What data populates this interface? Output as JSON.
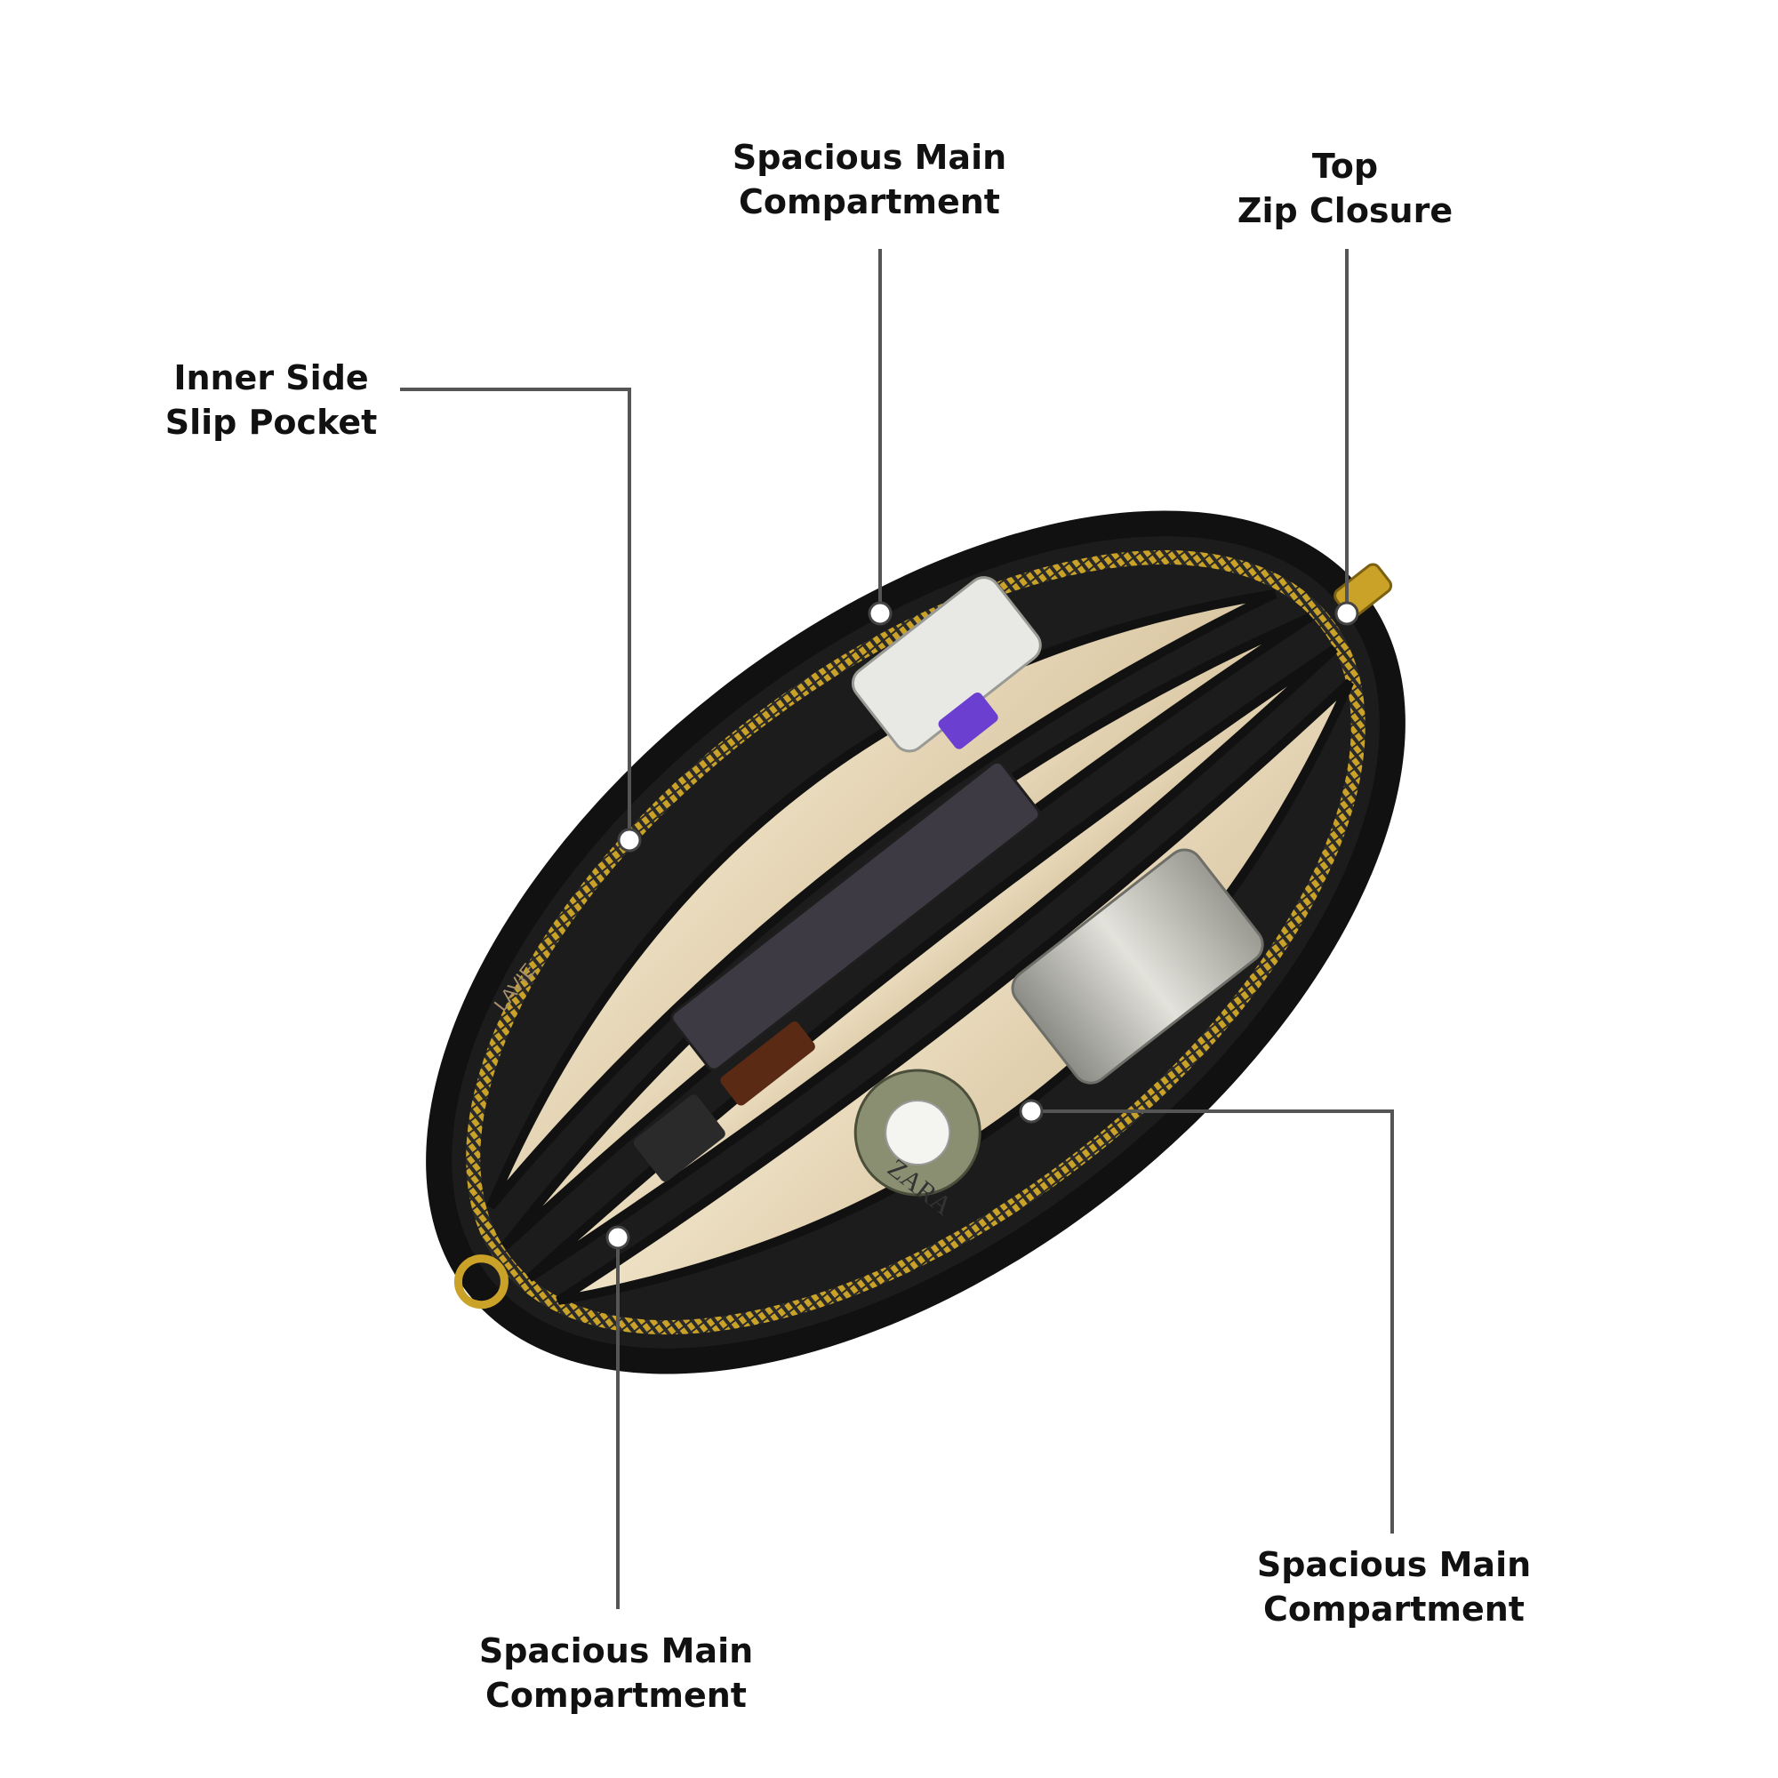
{
  "callouts": [
    {
      "id": "main-top",
      "lines": [
        "Spacious Main",
        "Compartment"
      ]
    },
    {
      "id": "zip",
      "lines": [
        "Top",
        "Zip Closure"
      ]
    },
    {
      "id": "slip",
      "lines": [
        "Inner Side",
        "Slip Pocket"
      ]
    },
    {
      "id": "main-bottom-left",
      "lines": [
        "Spacious Main",
        "Compartment"
      ]
    },
    {
      "id": "main-right",
      "lines": [
        "Spacious Main",
        "Compartment"
      ]
    }
  ],
  "product": {
    "brand_print": "LAVIE",
    "perfume_label": "ZARA"
  },
  "colors": {
    "leather": "#111111",
    "lining": "#e6d6b8",
    "zipper": "#c9a227",
    "leader_line": "#555555",
    "dot": "#ffffff"
  }
}
